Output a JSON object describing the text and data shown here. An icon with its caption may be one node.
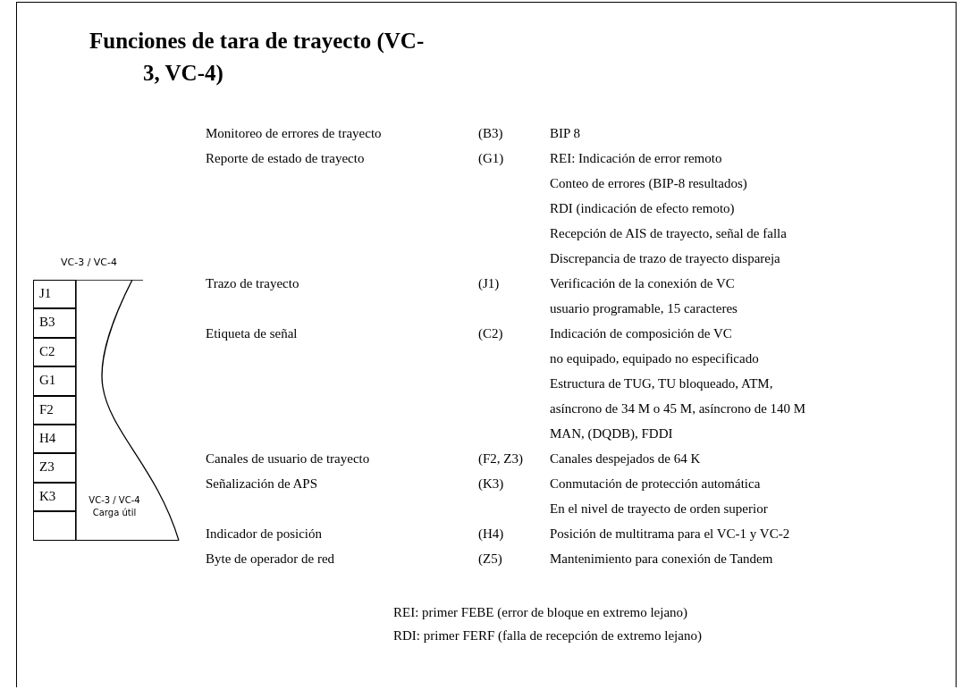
{
  "diagram": {
    "title": "Funciones de tara de trayecto (VC-3, VC-4)",
    "nodes": [
      {
        "text": [
          "VC-3 / VC-4"
        ]
      },
      {
        "text": [
          "J1"
        ],
        "in": 0
      },
      {
        "text": [
          "B3"
        ],
        "in": 0
      },
      {
        "text": [
          "C2"
        ],
        "in": 0
      },
      {
        "text": [
          "G1"
        ],
        "in": 0
      },
      {
        "text": [
          "F2"
        ],
        "in": 0
      },
      {
        "text": [
          "H4"
        ],
        "in": 0
      },
      {
        "text": [
          "Z3"
        ],
        "in": 0
      },
      {
        "text": [
          "K3"
        ],
        "in": 0
      },
      {
        "text": [],
        "shape": "box",
        "in": 0
      },
      {
        "text": [
          "VC-3 / VC-4 Carga útil"
        ],
        "in": 0
      }
    ],
    "edges": [],
    "labels": [
      "Monitoreo de errores de trayecto",
      "(B3)",
      "BIP 8",
      "Reporte de estado de trayecto",
      "(G1)",
      "REI:  Indicación de error remoto",
      "Conteo de errores (BIP-8 resultados)",
      "RDI (indicación de efecto remoto)",
      "Recepción de AIS de trayecto, señal de falla",
      "Discrepancia de trazo de trayecto dispareja",
      "Trazo de trayecto",
      "(J1)",
      "Verificación de la conexión de VC",
      "usuario programable, 15 caracteres",
      "Etiqueta de señal",
      "(C2)",
      "Indicación de composición de VC",
      "no equipado, equipado no especificado",
      "Estructura de TUG, TU bloqueado, ATM,",
      "asíncrono de 34 M o 45 M, asíncrono de 140 M",
      "MAN, (DQDB), FDDI",
      "Canales de usuario de trayecto",
      "(F2, Z3)",
      "Canales despejados de 64 K",
      "Señalización de APS",
      "(K3)",
      "Conmutación de protección automática",
      "En el nivel de trayecto de orden superior",
      "Indicador de posición",
      "(H4)",
      "Posición de multitrama para el VC-1 y VC-2",
      "Byte de operador de red",
      "(Z5)",
      "Mantenimiento para conexión de Tandem",
      "REI:  primer FEBE (error de bloque en extremo lejano)",
      "RDI:  primer FERF (falla de recepción de extremo lejano)"
    ]
  }
}
